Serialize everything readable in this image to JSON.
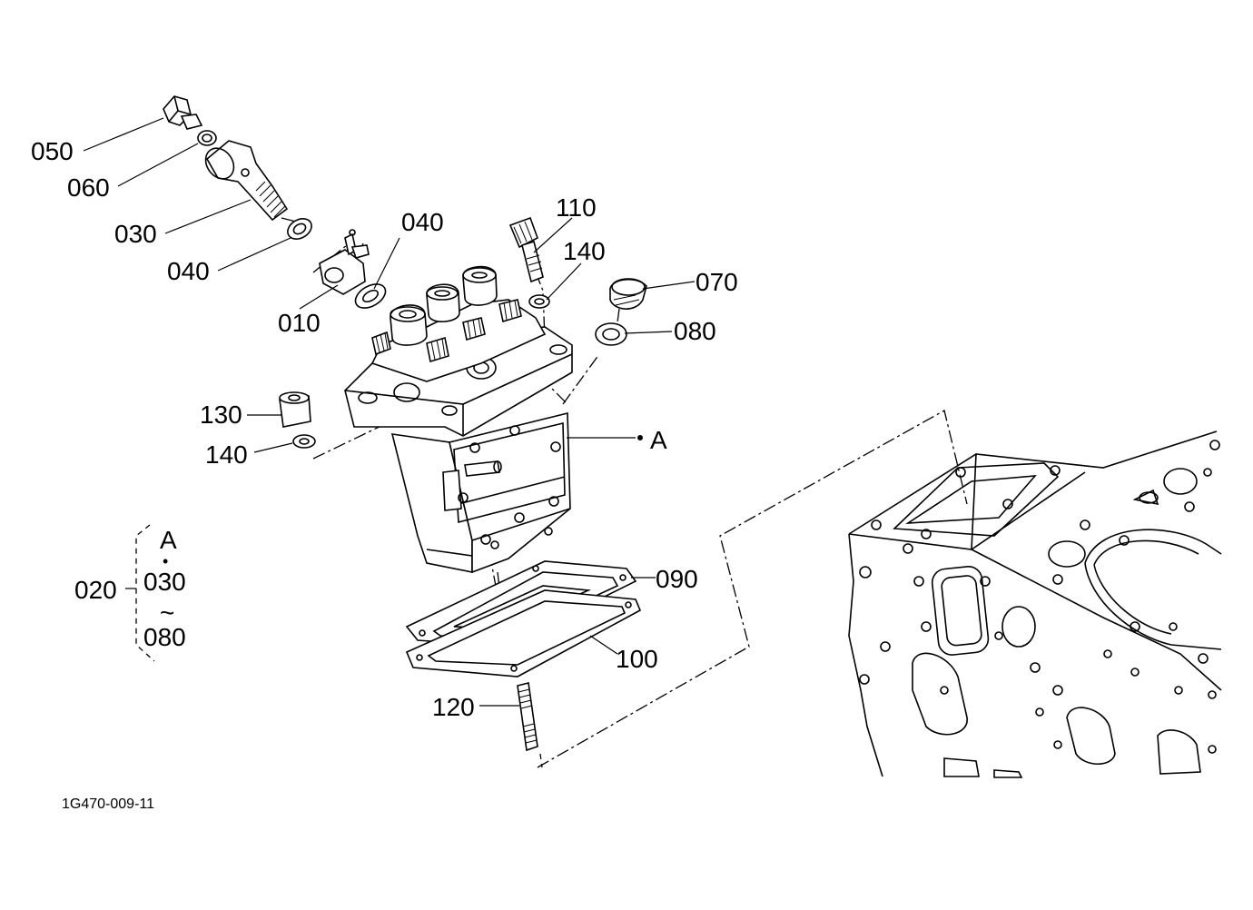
{
  "labels": {
    "p050": "050",
    "p060": "060",
    "p030": "030",
    "p040a": "040",
    "p010": "010",
    "p040b": "040",
    "p110": "110",
    "p140a": "140",
    "p070": "070",
    "p080": "080",
    "p130": "130",
    "p140b": "140",
    "pA": "A",
    "p090": "090",
    "p100": "100",
    "p120": "120"
  },
  "group": {
    "id": "020",
    "line1": "A",
    "dot": "•",
    "line2": "030",
    "tilde": "~",
    "line3": "080"
  },
  "reference_code": "1G470-009-11"
}
